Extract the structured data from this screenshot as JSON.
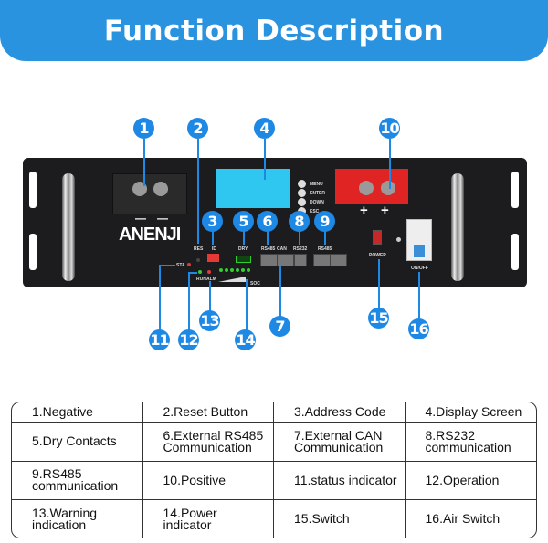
{
  "header": {
    "title": "Function Description"
  },
  "device": {
    "brand": "ANENJI",
    "menu_buttons": [
      "MENU",
      "ENTER",
      "DOWN",
      "ESC"
    ],
    "labels": {
      "res": "RES",
      "id": "ID",
      "dry": "DRY",
      "rs485": "RS485",
      "can": "CAN",
      "rs232": "RS232",
      "rs485b": "RS485",
      "sta": "STA",
      "run": "RUN",
      "alm": "ALM",
      "soc": "SOC",
      "power": "POWER",
      "onoff": "ON/OFF",
      "neg1": "—",
      "neg2": "—",
      "pos1": "+",
      "pos2": "+"
    }
  },
  "callouts": [
    "1",
    "2",
    "3",
    "4",
    "5",
    "6",
    "7",
    "8",
    "9",
    "10",
    "11",
    "12",
    "13",
    "14",
    "15",
    "16"
  ],
  "table": {
    "rows": [
      [
        "1.Negative",
        "2.Reset Button",
        "3.Address Code",
        "4.Display Screen"
      ],
      [
        "5.Dry Contacts",
        "6.External RS485 Communication",
        "7.External CAN Communication",
        "8.RS232 communication"
      ],
      [
        "9.RS485 communication",
        "10.Positive",
        "11.status indicator",
        "12.Operation"
      ],
      [
        "13.Warning indication",
        "14.Power indicator",
        "15.Switch",
        "16.Air Switch"
      ]
    ]
  },
  "colors": {
    "accent": "#2a93e0",
    "callout": "#1e88e5",
    "panel": "#1c1c1e",
    "positive": "#e02424",
    "screen": "#2fc7f0"
  }
}
